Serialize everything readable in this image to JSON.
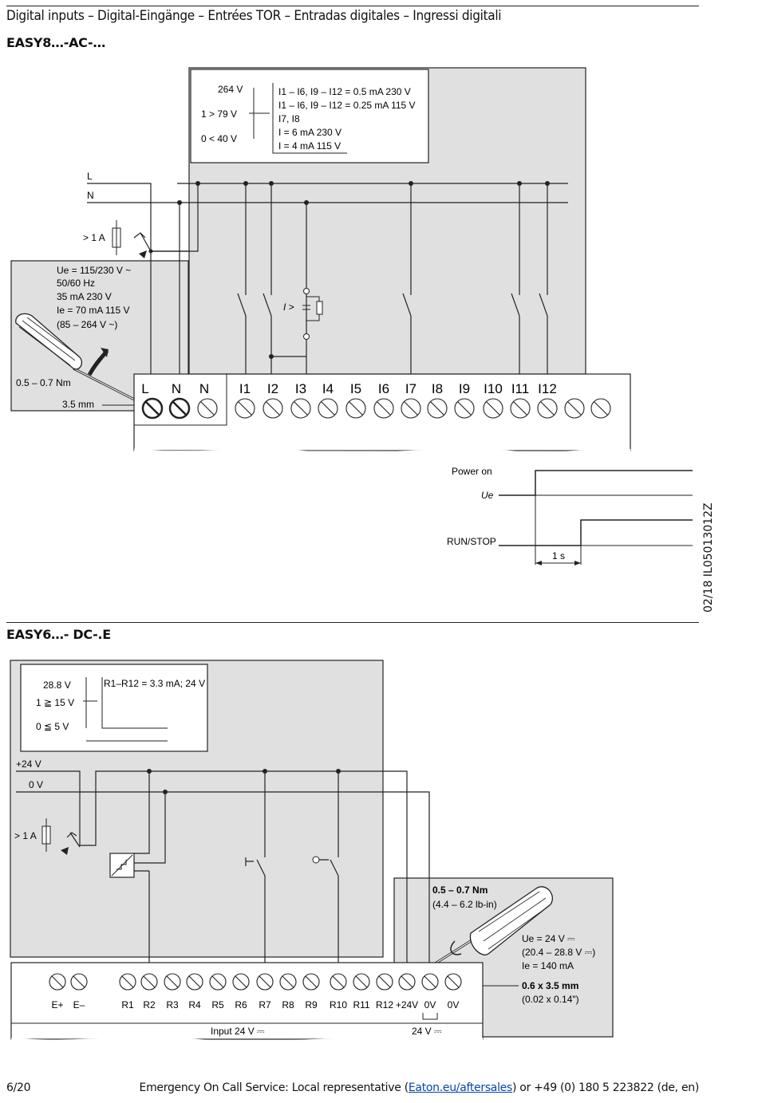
{
  "header": {
    "title": "Digital inputs – Digital-Eingänge – Entrées TOR – Entradas digitales – Ingressi digitali"
  },
  "section1": {
    "title": "EASY8…-AC-…",
    "thresholds": [
      "264 V",
      "1 > 79 V",
      "0 < 40 V"
    ],
    "currents": [
      "I1 – I6, I9 – I12 = 0.5 mA 230 V",
      "I1 – I6, I9 – I12 = 0.25 mA 115 V",
      "I7, I8",
      "I = 6 mA 230 V",
      "I = 4 mA 115 V"
    ],
    "rails": [
      "L",
      "N"
    ],
    "fuse": "> 1 A",
    "specs": [
      "Ue = 115/230 V ~",
      "50/60 Hz",
      "35 mA 230 V",
      "Ie = 70 mA 115 V",
      "(85 – 264 V ~)"
    ],
    "torque": "0.5 – 0.7 Nm",
    "blade": "3.5 mm",
    "imark": "I >",
    "terminals": [
      "L",
      "N",
      "N",
      "I1",
      "I2",
      "I3",
      "I4",
      "I5",
      "I6",
      "I7",
      "I8",
      "I9",
      "I10",
      "I11",
      "I12"
    ],
    "timing": {
      "power": "Power on",
      "ue": "Ue",
      "run": "RUN/STOP",
      "delay": "1 s"
    }
  },
  "section2": {
    "title": "EASY6…- DC-.E",
    "thresholds": [
      "28.8 V",
      "1 ≧ 15 V",
      "0 ≦ 5 V"
    ],
    "current": "R1–R12 = 3.3 mA; 24 V",
    "rails": [
      "+24 V",
      "0 V"
    ],
    "fuse": "> 1 A",
    "torque": "0.5 – 0.7 Nm",
    "torque_imp": "(4.4 – 6.2 lb-in)",
    "specs": [
      "Ue = 24 V ⎓",
      "(20.4 – 28.8 V ⎓)",
      "Ie = 140 mA"
    ],
    "blade": "0.6 x 3.5 mm",
    "blade_imp": "(0.02 x 0.14\")",
    "terminals": [
      "E+",
      "E–",
      "R1",
      "R2",
      "R3",
      "R4",
      "R5",
      "R6",
      "R7",
      "R8",
      "R9",
      "R10",
      "R11",
      "R12",
      "+24V",
      "0V",
      "0V"
    ],
    "input_label": "Input 24 V ⎓",
    "supply_label": "24 V ⎓"
  },
  "side_code": "02/18 IL05013012Z",
  "footer": {
    "page": "6/20",
    "prefix": "Emergency On Call Service: Local representative (",
    "link": "Eaton.eu/aftersales",
    "suffix": ") or +49 (0) 180 5 223822 (de, en)"
  }
}
